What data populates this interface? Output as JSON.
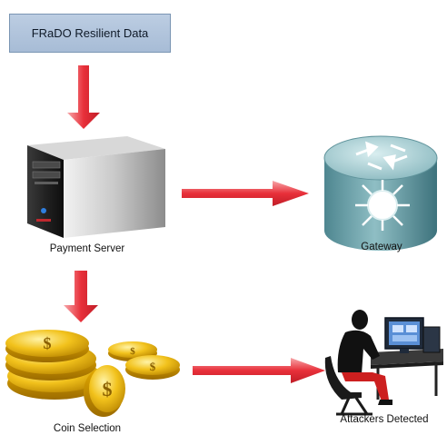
{
  "diagram": {
    "source_box": {
      "label": "FRaDO Resilient Data"
    },
    "nodes": {
      "payment_server": {
        "label": "Payment Server",
        "icon": "server-tower-icon"
      },
      "gateway": {
        "label": "Gateway",
        "icon": "router-gateway-icon"
      },
      "coin_selection": {
        "label": "Coin Selection",
        "icon": "gold-coins-icon"
      },
      "attackers": {
        "label": "Attackers Detected",
        "icon": "person-at-computer-icon"
      }
    },
    "arrow_color": "#e8303a"
  }
}
